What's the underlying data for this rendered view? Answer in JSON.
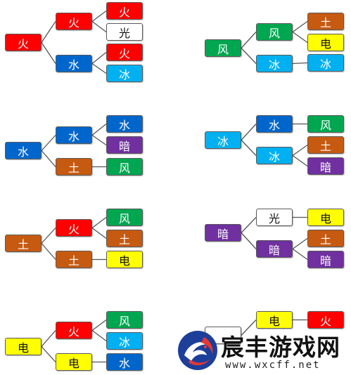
{
  "colors": {
    "fire": "#ff0000",
    "water": "#0066cc",
    "earth": "#c65a11",
    "electric": "#ffff00",
    "light": "#ffffff",
    "wind": "#00a650",
    "ice": "#00b0f0",
    "dark": "#7030a0",
    "line": "#555555"
  },
  "trees": [
    {
      "root": {
        "label": "火",
        "elem": "fire"
      },
      "branches": [
        {
          "node": {
            "label": "火",
            "elem": "fire"
          },
          "children": [
            {
              "label": "火",
              "elem": "fire"
            },
            {
              "label": "光",
              "elem": "light"
            }
          ]
        },
        {
          "node": {
            "label": "水",
            "elem": "water"
          },
          "children": [
            {
              "label": "火",
              "elem": "fire"
            },
            {
              "label": "冰",
              "elem": "ice"
            }
          ]
        }
      ]
    },
    {
      "root": {
        "label": "风",
        "elem": "wind"
      },
      "branches": [
        {
          "node": {
            "label": "风",
            "elem": "wind"
          },
          "children": [
            {
              "label": "土",
              "elem": "earth"
            },
            {
              "label": "电",
              "elem": "electric"
            }
          ]
        },
        {
          "node": {
            "label": "冰",
            "elem": "ice"
          },
          "children": [
            {
              "label": "冰",
              "elem": "ice"
            }
          ]
        }
      ]
    },
    {
      "root": {
        "label": "水",
        "elem": "water"
      },
      "branches": [
        {
          "node": {
            "label": "水",
            "elem": "water"
          },
          "children": [
            {
              "label": "水",
              "elem": "water"
            },
            {
              "label": "暗",
              "elem": "dark"
            }
          ]
        },
        {
          "node": {
            "label": "土",
            "elem": "earth"
          },
          "children": [
            {
              "label": "风",
              "elem": "wind"
            }
          ]
        }
      ]
    },
    {
      "root": {
        "label": "冰",
        "elem": "ice"
      },
      "branches": [
        {
          "node": {
            "label": "水",
            "elem": "water"
          },
          "children": [
            {
              "label": "风",
              "elem": "wind"
            }
          ]
        },
        {
          "node": {
            "label": "冰",
            "elem": "ice"
          },
          "children": [
            {
              "label": "土",
              "elem": "earth"
            },
            {
              "label": "暗",
              "elem": "dark"
            }
          ]
        }
      ]
    },
    {
      "root": {
        "label": "土",
        "elem": "earth"
      },
      "branches": [
        {
          "node": {
            "label": "火",
            "elem": "fire"
          },
          "children": [
            {
              "label": "风",
              "elem": "wind"
            },
            {
              "label": "土",
              "elem": "earth"
            }
          ]
        },
        {
          "node": {
            "label": "土",
            "elem": "earth"
          },
          "children": [
            {
              "label": "电",
              "elem": "electric"
            }
          ]
        }
      ]
    },
    {
      "root": {
        "label": "暗",
        "elem": "dark"
      },
      "branches": [
        {
          "node": {
            "label": "光",
            "elem": "light"
          },
          "children": [
            {
              "label": "电",
              "elem": "electric"
            }
          ]
        },
        {
          "node": {
            "label": "暗",
            "elem": "dark"
          },
          "children": [
            {
              "label": "土",
              "elem": "earth"
            },
            {
              "label": "暗",
              "elem": "dark"
            }
          ]
        }
      ]
    },
    {
      "root": {
        "label": "电",
        "elem": "electric"
      },
      "branches": [
        {
          "node": {
            "label": "火",
            "elem": "fire"
          },
          "children": [
            {
              "label": "风",
              "elem": "wind"
            },
            {
              "label": "冰",
              "elem": "ice"
            }
          ]
        },
        {
          "node": {
            "label": "电",
            "elem": "electric"
          },
          "children": [
            {
              "label": "水",
              "elem": "water"
            }
          ]
        }
      ]
    },
    {
      "root": {
        "label": "",
        "elem": "light"
      },
      "branches": [
        {
          "node": {
            "label": "电",
            "elem": "electric"
          },
          "children": [
            {
              "label": "火",
              "elem": "fire"
            }
          ]
        }
      ]
    }
  ],
  "watermark": {
    "brand": "宸丰游戏网",
    "url": "www.wxcff.net"
  }
}
